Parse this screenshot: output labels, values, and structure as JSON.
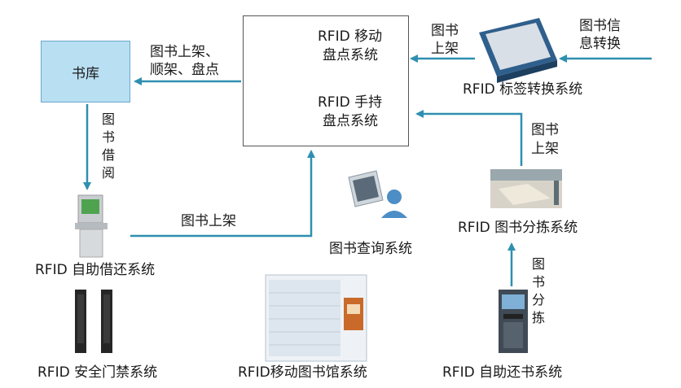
{
  "nodes": {
    "shuku": "书库",
    "mobile_inventory": "RFID 移动盘点系统",
    "handheld_inventory": "RFID 手持盘点系统",
    "tag_conversion": "RFID 标签转换系统",
    "self_checkout": "RFID 自助借还系统",
    "query": "图书查询系统",
    "sorting": "RFID 图书分拣系统",
    "security_gate": "RFID 安全门禁系统",
    "mobile_library": "RFID移动图书馆系统",
    "self_return": "RFID 自助还书系统"
  },
  "central_box": {
    "mobile_line1": "RFID 移动",
    "mobile_line2": "盘点系统",
    "handheld_line1": "RFID 手持",
    "handheld_line2": "盘点系统"
  },
  "edges": {
    "shelving_top": "图书上架、",
    "shelving_mid": "顺架、盘点",
    "book_shelving_right_1": "图书",
    "book_shelving_right_2": "上架",
    "info_conversion_1": "图书信",
    "info_conversion_2": "息转换",
    "borrow_chars": [
      "图",
      "书",
      "借",
      "阅"
    ],
    "shelving_bottom": "图书上架",
    "sort_shelving_1": "图书",
    "sort_shelving_2": "上架",
    "sort_chars": [
      "图",
      "书",
      "分",
      "拣"
    ]
  },
  "colors": {
    "arrow": "#2f8fb0",
    "shuku_fill": "#b9dff3",
    "shuku_border": "#6aa9cc"
  }
}
